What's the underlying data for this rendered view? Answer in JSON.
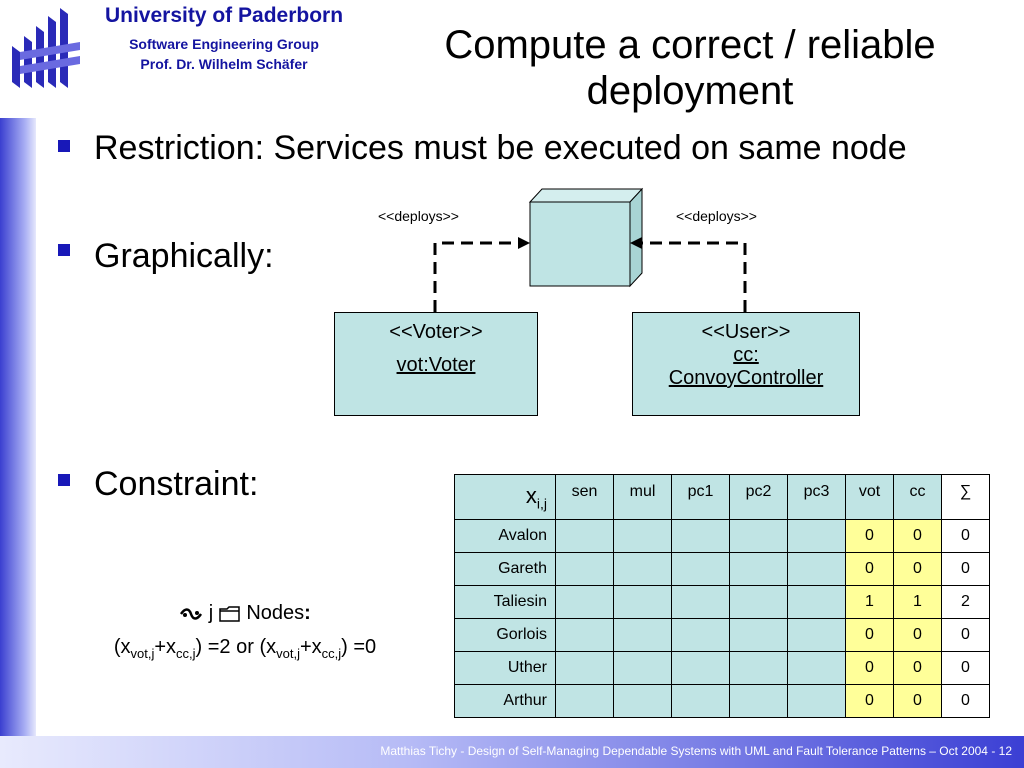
{
  "header": {
    "university": "University of Paderborn",
    "group": "Software Engineering Group",
    "professor": "Prof. Dr. Wilhelm Schäfer"
  },
  "slide": {
    "title": "Compute a correct / reliable deployment",
    "bullets": [
      "Restriction: Services must be executed on same node",
      "Graphically:",
      "Constraint:"
    ]
  },
  "diagram": {
    "left_stereotype": "<<deploys>>",
    "right_stereotype": "<<deploys>>",
    "voter": {
      "stereotype": "<<Voter>>",
      "name": "vot:Voter"
    },
    "user": {
      "stereotype": "<<User>>",
      "name_line1": "cc:",
      "name_line2": "ConvoyController"
    }
  },
  "constraint": {
    "quantifier_text": "j",
    "nodes_label": "Nodes",
    "nodes_colon": ":",
    "formula": {
      "open": "(x",
      "sub_vot": "vot,j",
      "plus": "+x",
      "sub_cc": "cc,j",
      "mid": ") =2 or (x",
      "end": ") =0"
    }
  },
  "table": {
    "corner_x": "x",
    "corner_sub": "i,j",
    "columns": [
      "sen",
      "mul",
      "pc1",
      "pc2",
      "pc3",
      "vot",
      "cc",
      "∑"
    ],
    "rows": [
      {
        "name": "Avalon",
        "vot": "0",
        "cc": "0",
        "sum": "0"
      },
      {
        "name": "Gareth",
        "vot": "0",
        "cc": "0",
        "sum": "0"
      },
      {
        "name": "Taliesin",
        "vot": "1",
        "cc": "1",
        "sum": "2"
      },
      {
        "name": "Gorlois",
        "vot": "0",
        "cc": "0",
        "sum": "0"
      },
      {
        "name": "Uther",
        "vot": "0",
        "cc": "0",
        "sum": "0"
      },
      {
        "name": "Arthur",
        "vot": "0",
        "cc": "0",
        "sum": "0"
      }
    ]
  },
  "footer": "Matthias Tichy - Design of Self-Managing Dependable Systems with UML and Fault Tolerance Patterns – Oct 2004 - 12",
  "colors": {
    "accent_blue": "#1414a0",
    "node_fill": "#bfe4e4",
    "highlight": "#ffff99"
  }
}
